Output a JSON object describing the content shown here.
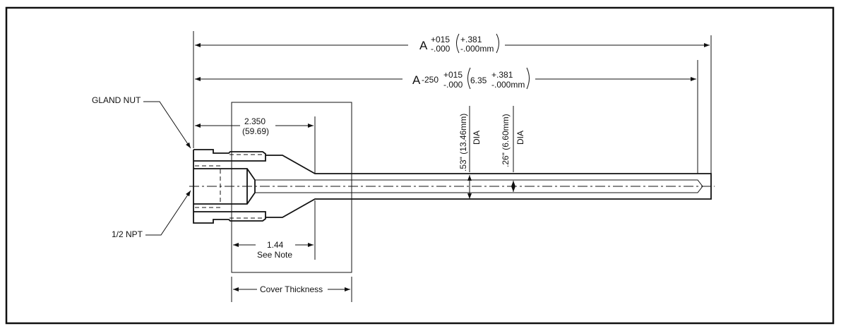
{
  "labels": {
    "gland_nut": "GLAND NUT",
    "npt": "1/2 NPT",
    "dim_overall": {
      "prefix": "A",
      "tol_plus": "+015",
      "tol_minus": "-.000",
      "mm_plus": "+.381",
      "mm_minus": "-.000mm"
    },
    "dim_inner": {
      "prefix": "A",
      "offset": "-250",
      "tol_plus": "+015",
      "tol_minus": "-.000",
      "mm_base": "6.35",
      "mm_plus": "+.381",
      "mm_minus": "-.000mm"
    },
    "dim_2350": {
      "value": "2.350",
      "mm": "(59.69)"
    },
    "dim_144": {
      "value": "1.44",
      "note": "See Note"
    },
    "cover_thickness": "Cover Thickness",
    "dia_53": {
      "value": ".53\" (13.46mm)",
      "dia": "DIA"
    },
    "dia_26": {
      "value": ".26\" (6.60mm)",
      "dia": "DIA"
    }
  }
}
